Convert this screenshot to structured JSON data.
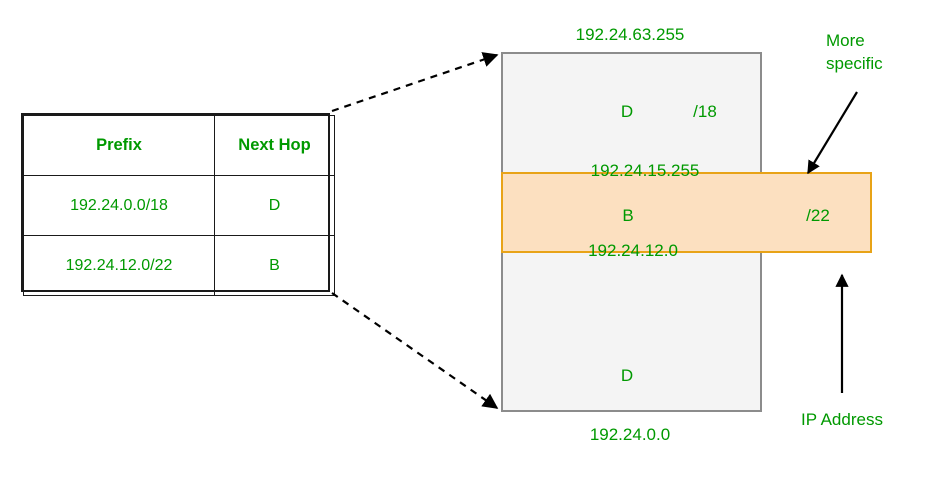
{
  "diagram": {
    "title": "Longest prefix match routing table and address space",
    "colors": {
      "text_green": "#009900",
      "gray_block_fill": "#f4f4f4",
      "gray_block_border": "#8c8c8c",
      "orange_block_fill": "#fce0c0",
      "orange_block_border": "#e8a317",
      "arrow_black": "#000000",
      "table_border": "#1a1a1a"
    }
  },
  "table": {
    "headers": {
      "prefix": "Prefix",
      "next_hop": "Next Hop"
    },
    "rows": [
      {
        "prefix": "192.24.0.0/18",
        "next_hop": "D"
      },
      {
        "prefix": "192.24.12.0/22",
        "next_hop": "B"
      }
    ]
  },
  "address_space": {
    "top_boundary_label": "192.24.63.255",
    "bottom_boundary_label": "192.24.0.0",
    "overlap_top_label": "192.24.15.255",
    "overlap_bottom_label": "192.24.12.0",
    "outer_block": {
      "next_hop": "D",
      "prefix_length": "/18"
    },
    "inner_block": {
      "next_hop": "B",
      "prefix_length": "/22"
    },
    "lower_block": {
      "next_hop": "D"
    }
  },
  "annotations": {
    "more_specific_line1": "More",
    "more_specific_line2": "specific",
    "ip_address": "IP Address"
  },
  "icons": {
    "dashed_connector_upper": "dashed-arrow-icon",
    "dashed_connector_lower": "dashed-arrow-icon",
    "more_specific_pointer": "arrow-icon",
    "ip_address_pointer": "up-arrow-icon"
  }
}
